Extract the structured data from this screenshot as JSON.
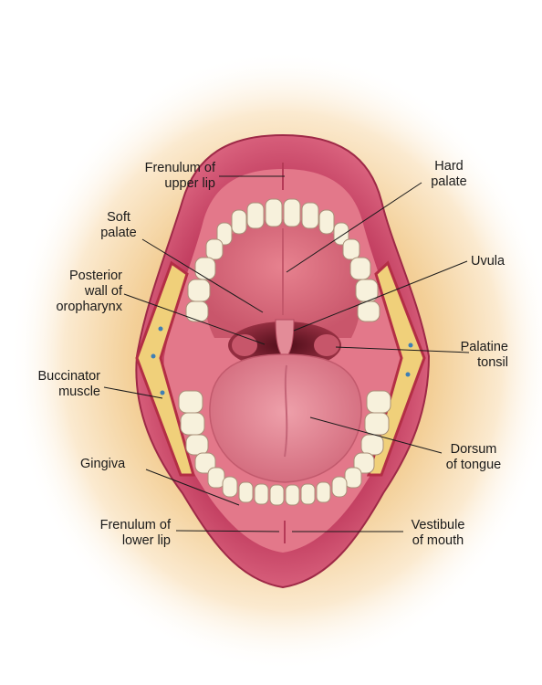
{
  "labels": {
    "frenulum_upper": [
      "Frenulum of",
      "upper lip"
    ],
    "hard_palate": [
      "Hard",
      "palate"
    ],
    "soft_palate": [
      "Soft",
      "palate"
    ],
    "uvula": [
      "Uvula"
    ],
    "posterior_wall": [
      "Posterior",
      "wall of",
      "oropharynx"
    ],
    "palatine_tonsil": [
      "Palatine",
      "tonsil"
    ],
    "buccinator": [
      "Buccinator",
      "muscle"
    ],
    "dorsum_tongue": [
      "Dorsum",
      "of tongue"
    ],
    "gingiva": [
      "Gingiva"
    ],
    "frenulum_lower": [
      "Frenulum of",
      "lower lip"
    ],
    "vestibule": [
      "Vestibule",
      "of mouth"
    ]
  },
  "colors": {
    "skin_light": "#fdf3df",
    "skin": "#f2c98d",
    "lip": "#d4506e",
    "lip_dark": "#a82a4a",
    "mucosa": "#e9848f",
    "palate": "#e6808d",
    "throat": "#7a1b2c",
    "tongue": "#e48d9a",
    "tooth": "#f7f1dc",
    "muscle": "#c9963a",
    "leader": "#1a1a1a"
  }
}
